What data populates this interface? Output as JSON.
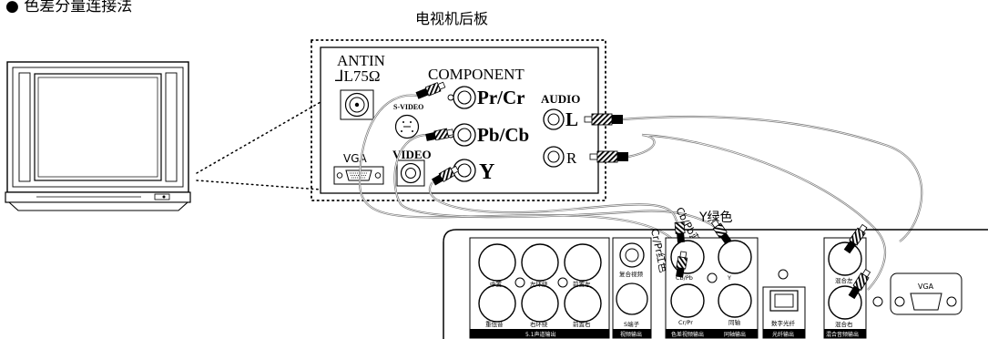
{
  "heading": "● 色差分量连接法",
  "tv_back_caption": "电视机后板",
  "tv_panel": {
    "antin_label": "ANTIN",
    "antin_ohm": "⅃L75Ω",
    "component_label": "COMPONENT",
    "pr_label": "Pr/Cr",
    "pb_label": "Pb/Cb",
    "y_label": "Y",
    "svideo_label": "S-VIDEO",
    "video_label": "VIDEO",
    "vga_label": "VGA",
    "audio_label": "AUDIO",
    "audio_l": "L",
    "audio_r": "R"
  },
  "cable_labels": {
    "y_green": "Y绿色",
    "cb_blue": "Cb/Pb蓝色",
    "cr_red": "Cr/Pr红色"
  },
  "player_panel": {
    "ch51": {
      "center": "中置",
      "surround_left": "左环绕",
      "front_left": "前置左",
      "subwoofer": "重低音",
      "surround_right": "右环绕",
      "front_right": "前置右",
      "group_label": "5.1声道输出"
    },
    "video": {
      "composite": "复合视频",
      "s_terminal": "S端子",
      "group_label": "视频输出"
    },
    "component": {
      "y": "Y",
      "cbpb": "Cb/Pb",
      "crpr": "Cr/Pr",
      "coaxial": "同轴",
      "group_label": "色差视频输出",
      "group_label2": "同轴输出"
    },
    "optical": {
      "label": "数字光纤",
      "group_label": "光纤输出"
    },
    "mix": {
      "left": "混合左",
      "right": "混合右",
      "group_label": "混合音频输出"
    },
    "vga_label": "VGA"
  }
}
